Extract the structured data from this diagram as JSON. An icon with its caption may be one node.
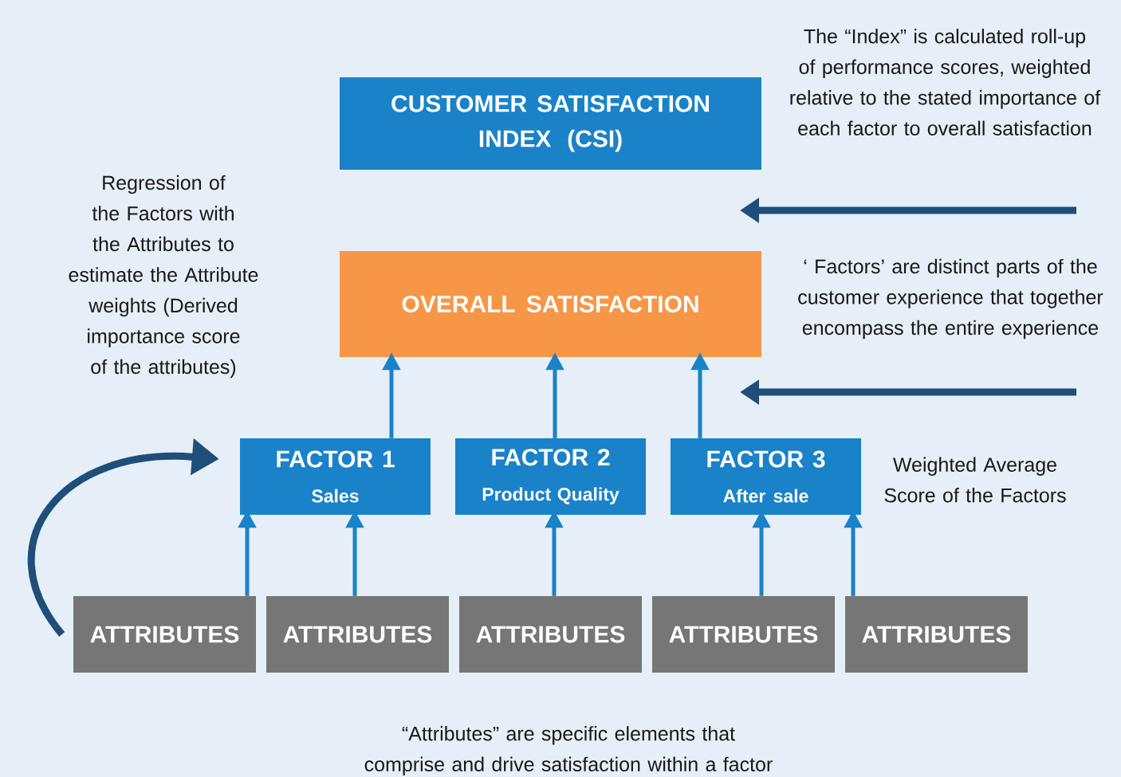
{
  "diagram": {
    "nodes": [
      {
        "text": [
          "CUSTOMER SATISFACTION INDEX (CSI)"
        ]
      },
      {
        "text": [
          "OVERALL SATISFACTION"
        ]
      },
      {
        "text": [
          "FACTOR 1",
          "Sales"
        ]
      },
      {
        "text": [
          "FACTOR 2",
          "Product Quality"
        ]
      },
      {
        "text": [
          "FACTOR 3",
          "After sale"
        ]
      },
      {
        "text": [
          "ATTRIBUTES"
        ]
      },
      {
        "text": [
          "ATTRIBUTES"
        ]
      },
      {
        "text": [
          "ATTRIBUTES"
        ]
      },
      {
        "text": [
          "ATTRIBUTES"
        ]
      },
      {
        "text": [
          "ATTRIBUTES"
        ]
      }
    ],
    "edges": [
      {
        "from": 5,
        "to": 2,
        "arrow": "to"
      },
      {
        "from": 6,
        "to": 2,
        "arrow": "to"
      },
      {
        "from": 7,
        "to": 3,
        "arrow": "to"
      },
      {
        "from": 8,
        "to": 4,
        "arrow": "to"
      },
      {
        "from": 9,
        "to": 4,
        "arrow": "to"
      },
      {
        "from": 2,
        "to": 1,
        "arrow": "to"
      },
      {
        "from": 3,
        "to": 1,
        "arrow": "to"
      },
      {
        "from": 4,
        "to": 1,
        "arrow": "to"
      },
      {
        "from": 5,
        "to": 2,
        "arrow": "to",
        "style": "thick",
        "color": "#1f4e79"
      }
    ],
    "labels": [
      "The “Index” is calculated roll-up of performance scores, weighted relative to the stated importance of each factor to overall satisfaction",
      "Regression of the Factors with the Attributes to estimate the Attribute weights (Derived importance score of the attributes)",
      "‘ Factors’ are distinct parts of the customer experience that together encompass the entire experience",
      "Weighted Average Score of the Factors",
      "“Attributes” are specific elements that comprise and drive satisfaction within a factor"
    ]
  }
}
